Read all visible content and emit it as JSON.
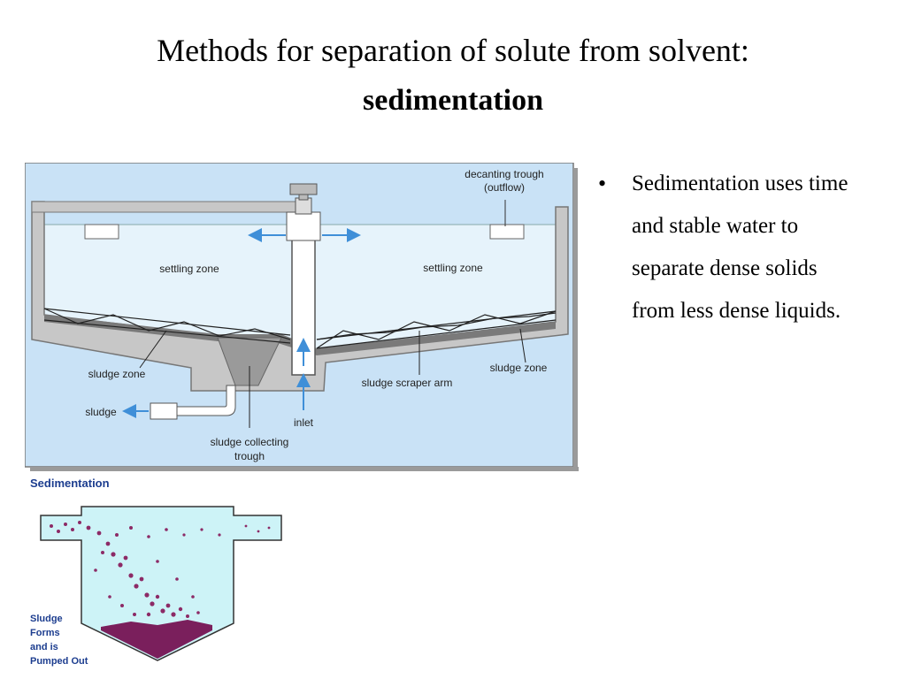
{
  "title": {
    "line1": "Methods for separation of solute from solvent:",
    "line2": "sedimentation"
  },
  "bullets": [
    "Sedimentation uses time and stable water to separate dense solids from less dense liquids."
  ],
  "clarifier": {
    "labels": {
      "decanting_trough_1": "decanting trough",
      "decanting_trough_2": "(outflow)",
      "settling_zone_left": "settling zone",
      "settling_zone_right": "settling zone",
      "sludge_zone_left": "sludge zone",
      "sludge_zone_right": "sludge zone",
      "sludge_scraper_arm": "sludge scraper arm",
      "sludge": "sludge",
      "inlet": "inlet",
      "collecting_1": "sludge collecting",
      "collecting_2": "trough"
    },
    "colors": {
      "background": "#c9e2f6",
      "water": "#e6f3fb",
      "tank": "#c7c7c7",
      "arrow": "#3f8fd8"
    }
  },
  "settling_tank": {
    "title": "Sedimentation",
    "caption": [
      "Sludge",
      "Forms",
      "and is",
      "Pumped Out"
    ],
    "colors": {
      "water": "#cdf3f7",
      "sludge": "#7a1f5c",
      "label": "#1c3d8f"
    }
  }
}
